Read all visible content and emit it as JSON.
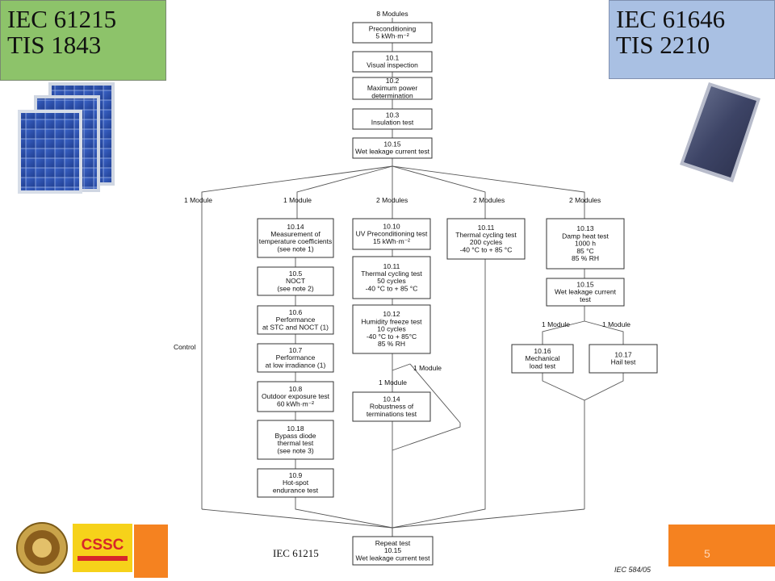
{
  "left_standard": {
    "line1": "IEC 61215",
    "line2": "TIS 1843"
  },
  "right_standard": {
    "line1": "IEC 61646",
    "line2": "TIS 2210"
  },
  "caption": "IEC 61215",
  "slide_number": "5",
  "figure_ref": "IEC   584/05",
  "logo_text": "CSSC",
  "colors": {
    "left_badge": "#8dc36a",
    "right_badge": "#a9c0e3",
    "accent_bar": "#f58220",
    "logo_red": "#d7262a"
  },
  "diagram": {
    "top_label": "8 Modules",
    "branch_labels": [
      "1 Module",
      "1 Module",
      "2 Modules",
      "2 Modules",
      "2 Modules"
    ],
    "control_label": "Control",
    "sub_labels": {
      "col3_split": "1 Module",
      "col3_1module": "1 Module",
      "col5_left": "1 Module",
      "col5_right": "1 Module"
    },
    "boxes": {
      "precond": [
        "Preconditioning",
        "5 kWh·m⁻²"
      ],
      "visual": [
        "10.1",
        "Visual inspection"
      ],
      "maxpower": [
        "10.2",
        "Maximum power",
        "determination"
      ],
      "insulation": [
        "10.3",
        "Insulation test"
      ],
      "wetleak_top": [
        "10.15",
        "Wet leakage current test"
      ],
      "temp_coeff": [
        "10.14",
        "Measurement of",
        "temperature coefficients",
        "(see note 1)"
      ],
      "noct": [
        "10.5",
        "NOCT",
        "(see note 2)"
      ],
      "perf_stc": [
        "10.6",
        "Performance",
        "at STC and NOCT (1)"
      ],
      "perf_low": [
        "10.7",
        "Performance",
        "at low irradiance (1)"
      ],
      "outdoor": [
        "10.8",
        "Outdoor exposure test",
        "60 kWh·m⁻²"
      ],
      "bypass": [
        "10.18",
        "Bypass diode",
        "thermal test",
        "(see note 3)"
      ],
      "hotspot": [
        "10.9",
        "Hot-spot",
        "endurance test"
      ],
      "uv": [
        "10.10",
        "UV Preconditioning test",
        "15 kWh·m⁻²"
      ],
      "tc50": [
        "10.11",
        "Thermal cycling test",
        "50 cycles",
        "-40 °C to + 85 °C"
      ],
      "humidity": [
        "10.12",
        "Humidity freeze test",
        "10 cycles",
        "-40 °C to + 85°C",
        "85 % RH"
      ],
      "robust": [
        "10.14",
        "Robustness of",
        "terminations test"
      ],
      "tc200": [
        "10.11",
        "Thermal cycling test",
        "200 cycles",
        "-40 °C to + 85 °C"
      ],
      "dampheat": [
        "10.13",
        "Damp heat test",
        "1000 h",
        "85 °C",
        "85 % RH"
      ],
      "wetleak_mid": [
        "10.15",
        "Wet leakage current",
        "test"
      ],
      "mechload": [
        "10.16",
        "Mechanical",
        "load test"
      ],
      "hail": [
        "10.17",
        "Hail test"
      ],
      "repeat": [
        "Repeat test",
        "10.15",
        "Wet leakage current test"
      ]
    }
  }
}
